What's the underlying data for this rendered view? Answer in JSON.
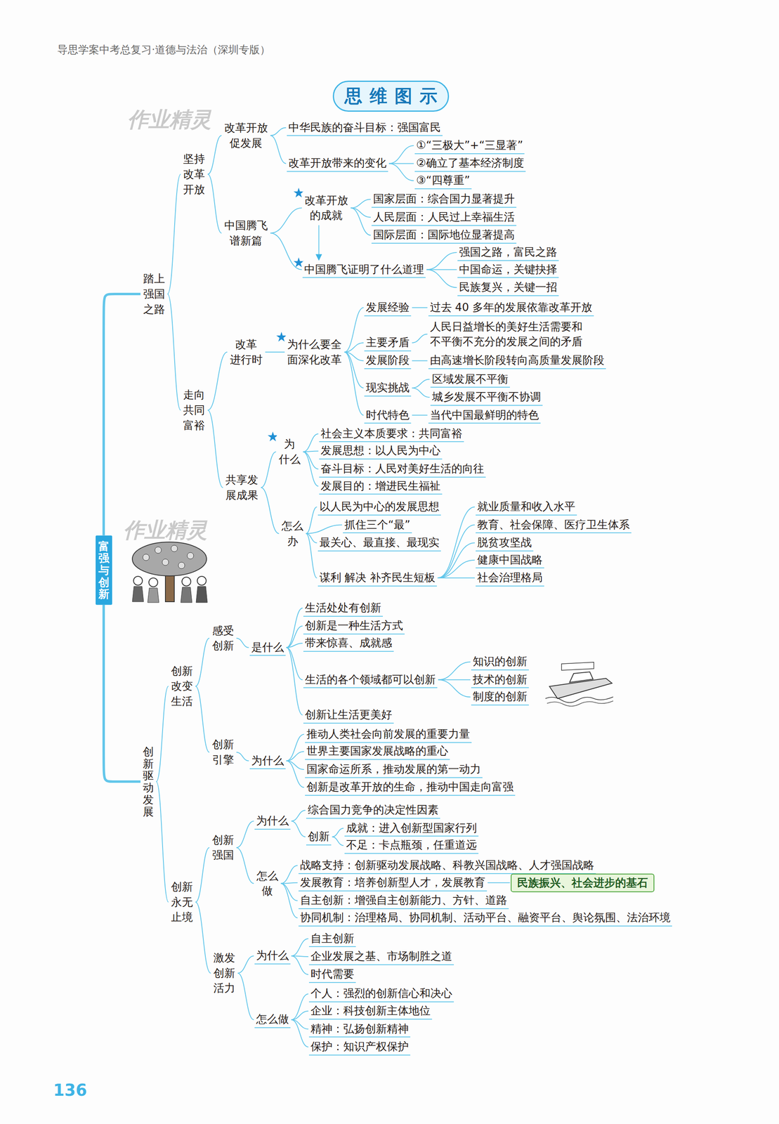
{
  "diagram": {
    "title": "思维图示",
    "nodes": [
      {
        "text": [
          "富强与创新"
        ]
      },
      {
        "text": [
          "踏上 强国 之路"
        ]
      },
      {
        "text": [
          "坚持 改革 开放"
        ]
      },
      {
        "text": [
          "改革开放 促发展"
        ]
      },
      {
        "text": [
          "中华民族的奋斗目标：强国富民"
        ]
      },
      {
        "text": [
          "改革开放带来的变化"
        ]
      },
      {
        "text": [
          "①“三极大”+“三显著”"
        ]
      },
      {
        "text": [
          "②确立了基本经济制度"
        ]
      },
      {
        "text": [
          "③“四尊重”"
        ]
      },
      {
        "text": [
          "中国腾飞 谱新篇"
        ]
      },
      {
        "text": [
          "改革开放 的成就"
        ]
      },
      {
        "text": [
          "国家层面：综合国力显著提升"
        ]
      },
      {
        "text": [
          "人民层面：人民过上幸福生活"
        ]
      },
      {
        "text": [
          "国际层面：国际地位显著提高"
        ]
      },
      {
        "text": [
          "中国腾飞证明了什么道理"
        ]
      },
      {
        "text": [
          "强国之路，富民之路"
        ]
      },
      {
        "text": [
          "中国命运，关键抉择"
        ]
      },
      {
        "text": [
          "民族复兴，关键一招"
        ]
      },
      {
        "text": [
          "走向 共同 富裕"
        ]
      },
      {
        "text": [
          "改革 进行时"
        ]
      },
      {
        "text": [
          "为什么要全 面深化改革"
        ]
      },
      {
        "text": [
          "发展经验"
        ]
      },
      {
        "text": [
          "过去 40 多年的发展依靠改革开放"
        ]
      },
      {
        "text": [
          "主要矛盾"
        ]
      },
      {
        "text": [
          "人民日益增长的美好生活需要和 不平衡不充分的发展之间的矛盾"
        ]
      },
      {
        "text": [
          "发展阶段"
        ]
      },
      {
        "text": [
          "由高速增长阶段转向高质量发展阶段"
        ]
      },
      {
        "text": [
          "现实挑战"
        ]
      },
      {
        "text": [
          "区域发展不平衡"
        ]
      },
      {
        "text": [
          "城乡发展不平衡不协调"
        ]
      },
      {
        "text": [
          "时代特色"
        ]
      },
      {
        "text": [
          "当代中国最鲜明的特色"
        ]
      },
      {
        "text": [
          "共享发 展成果"
        ]
      },
      {
        "text": [
          "为 什么"
        ]
      },
      {
        "text": [
          "社会主义本质要求：共同富裕"
        ]
      },
      {
        "text": [
          "发展思想：以人民为中心"
        ]
      },
      {
        "text": [
          "奋斗目标：人民对美好生活的向往"
        ]
      },
      {
        "text": [
          "发展目的：增进民生福祉"
        ]
      },
      {
        "text": [
          "怎么 办"
        ]
      },
      {
        "text": [
          "以人民为中心的发展思想"
        ]
      },
      {
        "text": [
          "抓住三个“最”"
        ]
      },
      {
        "text": [
          "最关心、最直接、最现实"
        ]
      },
      {
        "text": [
          "谋利 解决 补齐民生短板"
        ]
      },
      {
        "text": [
          "就业质量和收入水平"
        ]
      },
      {
        "text": [
          "教育、社会保障、医疗卫生体系"
        ]
      },
      {
        "text": [
          "脱贫攻坚战"
        ]
      },
      {
        "text": [
          "健康中国战略"
        ]
      },
      {
        "text": [
          "社会治理格局"
        ]
      },
      {
        "text": [
          "创新驱动发展"
        ]
      },
      {
        "text": [
          "创新 改变 生活"
        ]
      },
      {
        "text": [
          "感受 创新"
        ]
      },
      {
        "text": [
          "是什么"
        ]
      },
      {
        "text": [
          "生活处处有创新"
        ]
      },
      {
        "text": [
          "创新是一种生活方式"
        ]
      },
      {
        "text": [
          "带来惊喜、成就感"
        ]
      },
      {
        "text": [
          "生活的各个领域都可以创新"
        ]
      },
      {
        "text": [
          "知识的创新"
        ]
      },
      {
        "text": [
          "技术的创新"
        ]
      },
      {
        "text": [
          "制度的创新"
        ]
      },
      {
        "text": [
          "创新让生活更美好"
        ]
      },
      {
        "text": [
          "创新 引擎"
        ]
      },
      {
        "text": [
          "为什么"
        ]
      },
      {
        "text": [
          "推动人类社会向前发展的重要力量"
        ]
      },
      {
        "text": [
          "世界主要国家发展战略的重心"
        ]
      },
      {
        "text": [
          "国家命运所系，推动发展的第一动力"
        ]
      },
      {
        "text": [
          "创新是改革开放的生命，推动中国走向富强"
        ]
      },
      {
        "text": [
          "创新 永无 止境"
        ]
      },
      {
        "text": [
          "创新 强国"
        ]
      },
      {
        "text": [
          "为什么"
        ]
      },
      {
        "text": [
          "综合国力竞争的决定性因素"
        ]
      },
      {
        "text": [
          "创新"
        ]
      },
      {
        "text": [
          "成就：进入创新型国家行列"
        ]
      },
      {
        "text": [
          "不足：卡点瓶颈，任重道远"
        ]
      },
      {
        "text": [
          "怎么 做"
        ]
      },
      {
        "text": [
          "战略支持：创新驱动发展战略、科教兴国战略、人才强国战略"
        ]
      },
      {
        "text": [
          "发展教育：培养创新型人才，发展教育"
        ]
      },
      {
        "text": [
          "自主创新：增强自主创新能力、方针、道路"
        ]
      },
      {
        "text": [
          "协同机制：治理格局、协同机制、活动平台、融资平台、舆论氛围、法治环境"
        ]
      },
      {
        "text": [
          "民族振兴、社会进步的基石"
        ]
      },
      {
        "text": [
          "激发 创新 活力"
        ]
      },
      {
        "text": [
          "为什么"
        ]
      },
      {
        "text": [
          "自主创新"
        ]
      },
      {
        "text": [
          "企业发展之基、市场制胜之道"
        ]
      },
      {
        "text": [
          "时代需要"
        ]
      },
      {
        "text": [
          "怎么做"
        ]
      },
      {
        "text": [
          "个人：强烈的创新信心和决心"
        ]
      },
      {
        "text": [
          "企业：科技创新主体地位"
        ]
      },
      {
        "text": [
          "精神：弘扬创新精神"
        ]
      },
      {
        "text": [
          "保护：知识产权保护"
        ]
      }
    ],
    "edges": [
      {
        "from": 0,
        "to": 1,
        "arrow": "none"
      },
      {
        "from": 1,
        "to": 2,
        "arrow": "none"
      },
      {
        "from": 2,
        "to": 3,
        "arrow": "none"
      },
      {
        "from": 3,
        "to": 4,
        "arrow": "none"
      },
      {
        "from": 3,
        "to": 5,
        "arrow": "none"
      },
      {
        "from": 5,
        "to": 6,
        "arrow": "none"
      },
      {
        "from": 5,
        "to": 7,
        "arrow": "none"
      },
      {
        "from": 5,
        "to": 8,
        "arrow": "none"
      },
      {
        "from": 2,
        "to": 9,
        "arrow": "none"
      },
      {
        "from": 9,
        "to": 10,
        "arrow": "none"
      },
      {
        "from": 10,
        "to": 11,
        "arrow": "none"
      },
      {
        "from": 10,
        "to": 12,
        "arrow": "none"
      },
      {
        "from": 10,
        "to": 13,
        "arrow": "none"
      },
      {
        "from": 9,
        "to": 14,
        "arrow": "none"
      },
      {
        "from": 10,
        "to": 14,
        "arrow": "to"
      },
      {
        "from": 14,
        "to": 15,
        "arrow": "none"
      },
      {
        "from": 14,
        "to": 16,
        "arrow": "none"
      },
      {
        "from": 14,
        "to": 17,
        "arrow": "none"
      },
      {
        "from": 1,
        "to": 18,
        "arrow": "none"
      },
      {
        "from": 18,
        "to": 19,
        "arrow": "none"
      },
      {
        "from": 19,
        "to": 20,
        "arrow": "none"
      },
      {
        "from": 20,
        "to": 21,
        "arrow": "none"
      },
      {
        "from": 21,
        "to": 22,
        "arrow": "none"
      },
      {
        "from": 20,
        "to": 23,
        "arrow": "none"
      },
      {
        "from": 23,
        "to": 24,
        "arrow": "none"
      },
      {
        "from": 20,
        "to": 25,
        "arrow": "none"
      },
      {
        "from": 25,
        "to": 26,
        "arrow": "none"
      },
      {
        "from": 20,
        "to": 27,
        "arrow": "none"
      },
      {
        "from": 27,
        "to": 28,
        "arrow": "none"
      },
      {
        "from": 27,
        "to": 29,
        "arrow": "none"
      },
      {
        "from": 20,
        "to": 30,
        "arrow": "none"
      },
      {
        "from": 30,
        "to": 31,
        "arrow": "none"
      },
      {
        "from": 18,
        "to": 32,
        "arrow": "none"
      },
      {
        "from": 32,
        "to": 33,
        "arrow": "none"
      },
      {
        "from": 33,
        "to": 34,
        "arrow": "none"
      },
      {
        "from": 33,
        "to": 35,
        "arrow": "none"
      },
      {
        "from": 33,
        "to": 36,
        "arrow": "none"
      },
      {
        "from": 33,
        "to": 37,
        "arrow": "none"
      },
      {
        "from": 32,
        "to": 38,
        "arrow": "none"
      },
      {
        "from": 38,
        "to": 39,
        "arrow": "none"
      },
      {
        "from": 38,
        "to": 40,
        "arrow": "none"
      },
      {
        "from": 38,
        "to": 41,
        "arrow": "none"
      },
      {
        "from": 38,
        "to": 42,
        "arrow": "none"
      },
      {
        "from": 42,
        "to": 43,
        "arrow": "none"
      },
      {
        "from": 42,
        "to": 44,
        "arrow": "none"
      },
      {
        "from": 42,
        "to": 45,
        "arrow": "none"
      },
      {
        "from": 42,
        "to": 46,
        "arrow": "none"
      },
      {
        "from": 42,
        "to": 47,
        "arrow": "none"
      },
      {
        "from": 0,
        "to": 48,
        "arrow": "none"
      },
      {
        "from": 48,
        "to": 49,
        "arrow": "none"
      },
      {
        "from": 49,
        "to": 50,
        "arrow": "none"
      },
      {
        "from": 50,
        "to": 51,
        "arrow": "none"
      },
      {
        "from": 51,
        "to": 52,
        "arrow": "none"
      },
      {
        "from": 51,
        "to": 53,
        "arrow": "none"
      },
      {
        "from": 51,
        "to": 54,
        "arrow": "none"
      },
      {
        "from": 51,
        "to": 55,
        "arrow": "none"
      },
      {
        "from": 55,
        "to": 56,
        "arrow": "none"
      },
      {
        "from": 55,
        "to": 57,
        "arrow": "none"
      },
      {
        "from": 55,
        "to": 58,
        "arrow": "none"
      },
      {
        "from": 51,
        "to": 59,
        "arrow": "none"
      },
      {
        "from": 49,
        "to": 60,
        "arrow": "none"
      },
      {
        "from": 60,
        "to": 61,
        "arrow": "none"
      },
      {
        "from": 61,
        "to": 62,
        "arrow": "none"
      },
      {
        "from": 61,
        "to": 63,
        "arrow": "none"
      },
      {
        "from": 61,
        "to": 64,
        "arrow": "none"
      },
      {
        "from": 61,
        "to": 65,
        "arrow": "none"
      },
      {
        "from": 48,
        "to": 66,
        "arrow": "none"
      },
      {
        "from": 66,
        "to": 67,
        "arrow": "none"
      },
      {
        "from": 67,
        "to": 68,
        "arrow": "none"
      },
      {
        "from": 68,
        "to": 69,
        "arrow": "none"
      },
      {
        "from": 68,
        "to": 70,
        "arrow": "none"
      },
      {
        "from": 70,
        "to": 71,
        "arrow": "none"
      },
      {
        "from": 70,
        "to": 72,
        "arrow": "none"
      },
      {
        "from": 67,
        "to": 73,
        "arrow": "none"
      },
      {
        "from": 73,
        "to": 74,
        "arrow": "none"
      },
      {
        "from": 73,
        "to": 75,
        "arrow": "none"
      },
      {
        "from": 73,
        "to": 76,
        "arrow": "none"
      },
      {
        "from": 73,
        "to": 77,
        "arrow": "none"
      },
      {
        "from": 75,
        "to": 78,
        "arrow": "none"
      },
      {
        "from": 66,
        "to": 79,
        "arrow": "none"
      },
      {
        "from": 79,
        "to": 80,
        "arrow": "none"
      },
      {
        "from": 80,
        "to": 81,
        "arrow": "none"
      },
      {
        "from": 80,
        "to": 82,
        "arrow": "none"
      },
      {
        "from": 80,
        "to": 83,
        "arrow": "none"
      },
      {
        "from": 79,
        "to": 84,
        "arrow": "none"
      },
      {
        "from": 84,
        "to": 85,
        "arrow": "none"
      },
      {
        "from": 84,
        "to": 86,
        "arrow": "none"
      },
      {
        "from": 84,
        "to": 87,
        "arrow": "none"
      },
      {
        "from": 84,
        "to": 88,
        "arrow": "none"
      }
    ],
    "labels": [
      "导思学案中考总复习·道德与法治（深圳专版）",
      "作业精灵",
      "作业精灵",
      "136"
    ]
  }
}
